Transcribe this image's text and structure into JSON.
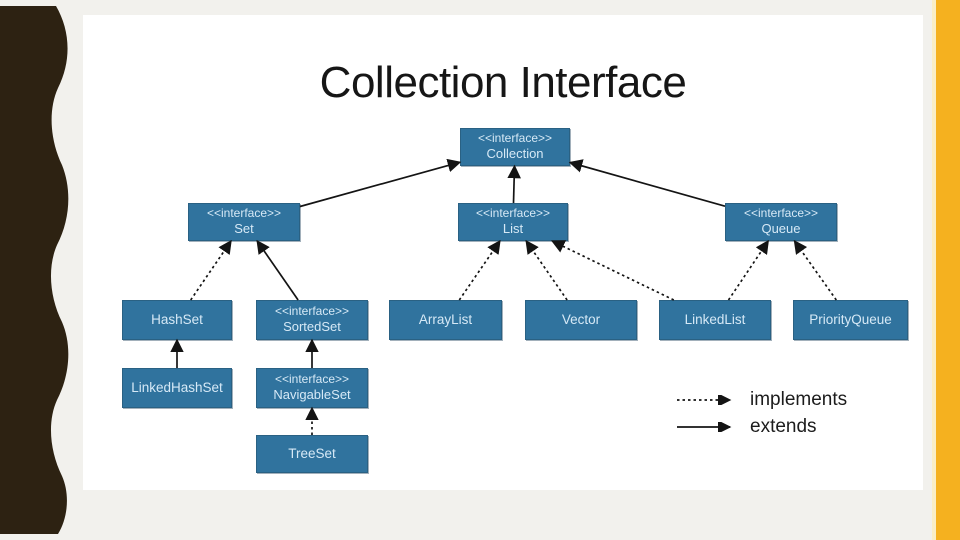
{
  "slide": {
    "title": "Collection Interface"
  },
  "diagram": {
    "nodes": [
      {
        "id": "collection",
        "stereotype": "<<interface>>",
        "name": "Collection"
      },
      {
        "id": "set",
        "stereotype": "<<interface>>",
        "name": "Set"
      },
      {
        "id": "list",
        "stereotype": "<<interface>>",
        "name": "List"
      },
      {
        "id": "queue",
        "stereotype": "<<interface>>",
        "name": "Queue"
      },
      {
        "id": "hashset",
        "name": "HashSet"
      },
      {
        "id": "sortedset",
        "stereotype": "<<interface>>",
        "name": "SortedSet"
      },
      {
        "id": "arraylist",
        "name": "ArrayList"
      },
      {
        "id": "vector",
        "name": "Vector"
      },
      {
        "id": "linkedlist",
        "name": "LinkedList"
      },
      {
        "id": "priorityqueue",
        "name": "PriorityQueue"
      },
      {
        "id": "linkedhashset",
        "name": "LinkedHashSet"
      },
      {
        "id": "navigableset",
        "stereotype": "<<interface>>",
        "name": "NavigableSet"
      },
      {
        "id": "treeset",
        "name": "TreeSet"
      }
    ],
    "edges": [
      {
        "from": "set",
        "to": "collection",
        "type": "extends"
      },
      {
        "from": "list",
        "to": "collection",
        "type": "extends"
      },
      {
        "from": "queue",
        "to": "collection",
        "type": "extends"
      },
      {
        "from": "hashset",
        "to": "set",
        "type": "implements"
      },
      {
        "from": "sortedset",
        "to": "set",
        "type": "extends"
      },
      {
        "from": "arraylist",
        "to": "list",
        "type": "implements"
      },
      {
        "from": "vector",
        "to": "list",
        "type": "implements"
      },
      {
        "from": "linkedlist",
        "to": "list",
        "type": "implements"
      },
      {
        "from": "linkedlist",
        "to": "queue",
        "type": "implements"
      },
      {
        "from": "priorityqueue",
        "to": "queue",
        "type": "implements"
      },
      {
        "from": "linkedhashset",
        "to": "hashset",
        "type": "extends"
      },
      {
        "from": "navigableset",
        "to": "sortedset",
        "type": "extends"
      },
      {
        "from": "treeset",
        "to": "navigableset",
        "type": "implements"
      }
    ],
    "colors": {
      "node_fill": "#30739e",
      "node_text": "#d6e9f6",
      "edge": "#141414"
    }
  },
  "legend": {
    "implements_label": "implements",
    "extends_label": "extends"
  },
  "theme": {
    "side_panel_brown": "#2d2212",
    "accent_bar_orange": "#f5b11f",
    "canvas_gray": "#f2f1ed"
  }
}
